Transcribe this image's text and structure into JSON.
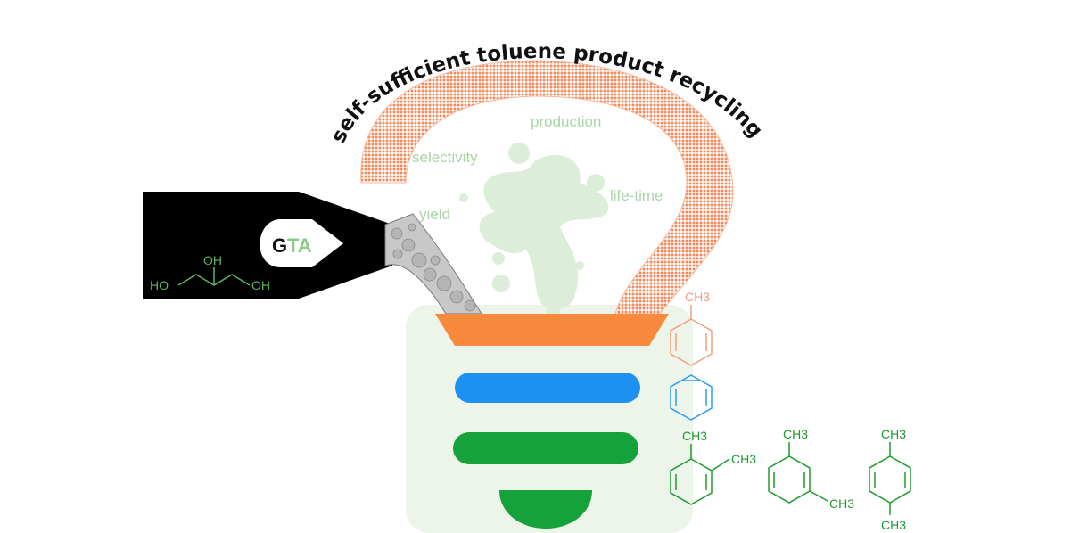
{
  "title": "self-sufficient toluene product recycling",
  "keywords": {
    "production": "production",
    "selectivity": "selectivity",
    "life_time": "life-time",
    "yield": "yield"
  },
  "reactor": {
    "label_g": "G",
    "label_ta": "TA",
    "glycerol_oh_top": "OH",
    "glycerol_ho_left": "HO",
    "glycerol_oh_right": "OH"
  },
  "products": {
    "toluene_ch3": "CH3",
    "oxylene_ch3_top": "CH3",
    "oxylene_ch3_side": "CH3",
    "mxylene_ch3_top": "CH3",
    "mxylene_ch3_bottom": "CH3",
    "pxylene_ch3_top": "CH3",
    "pxylene_ch3_bottom": "CH3"
  },
  "colors": {
    "toluene": "#f28a4f",
    "benzene": "#2a9df4",
    "xylene": "#1e9b2f",
    "bulb_arc": "#f5a07a",
    "bulb_body": "#edf5ea",
    "splash": "#dcedd9",
    "keyword_text": "#a9d6a7",
    "reactor_body": "#000000"
  },
  "icons": [
    "lightbulb-icon",
    "splash-icon",
    "benzene-ring-icon",
    "reactor-nozzle-icon"
  ]
}
